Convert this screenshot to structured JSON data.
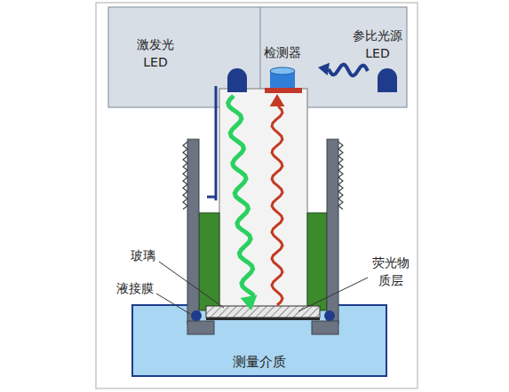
{
  "diagram": {
    "nodes": [
      {
        "text": [
          "测量介质"
        ]
      }
    ],
    "labels": [
      "激发光 LED",
      "检测器",
      "参比光源 LED",
      "玻璃",
      "液接膜",
      "荧光物 质层"
    ]
  }
}
